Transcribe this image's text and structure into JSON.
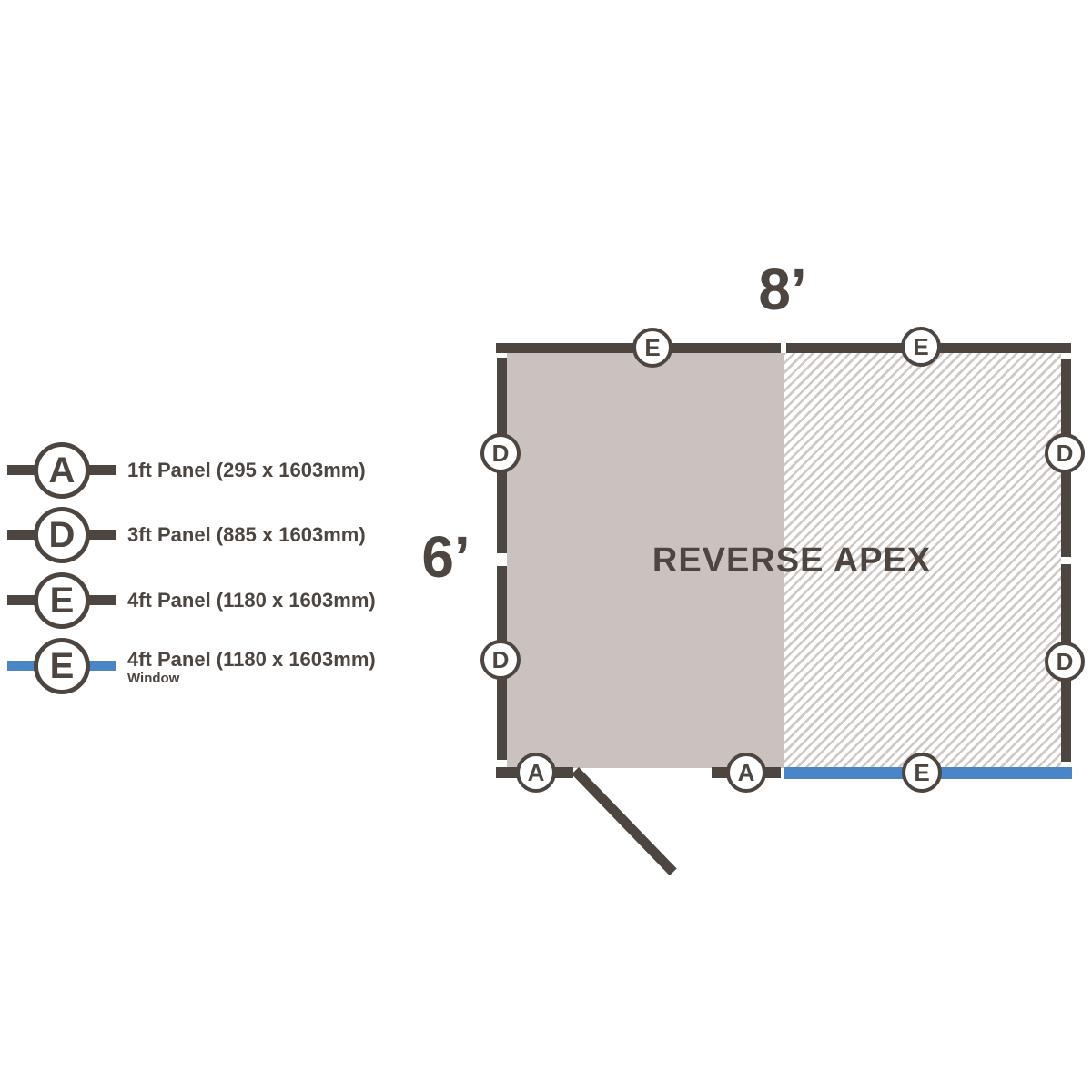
{
  "diagram": {
    "title": "REVERSE APEX",
    "width_label": "8’",
    "depth_label": "6’",
    "markers": [
      "E",
      "E",
      "D",
      "D",
      "D",
      "D",
      "A",
      "A",
      "E"
    ]
  },
  "legend": {
    "items": [
      {
        "letter": "A",
        "label": "1ft Panel (295 x 1603mm)",
        "sublabel": ""
      },
      {
        "letter": "D",
        "label": "3ft Panel (885 x 1603mm)",
        "sublabel": ""
      },
      {
        "letter": "E",
        "label": "4ft Panel (1180 x 1603mm)",
        "sublabel": ""
      },
      {
        "letter": "E",
        "label": "4ft Panel (1180 x 1603mm)",
        "sublabel": "Window"
      }
    ]
  },
  "colors": {
    "dark": "#4d4540",
    "panel_fill": "#c9c2be",
    "hatch_line": "#d0c8c4",
    "window_blue": "#4a85c6"
  }
}
